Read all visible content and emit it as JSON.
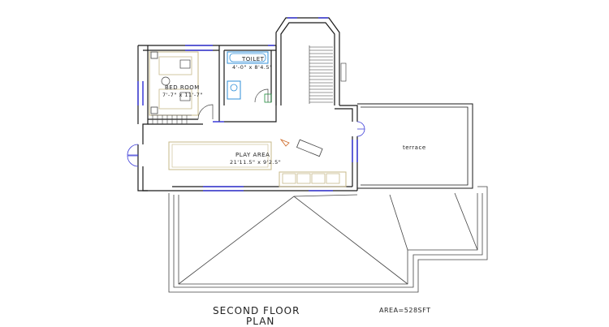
{
  "plan": {
    "rooms": {
      "toilet": {
        "name": "TOILET",
        "dims": "4'-0\" x 8'4.5\""
      },
      "bedroom": {
        "name": "BED ROOM",
        "dims": "7'-7\" x 11'-7\""
      },
      "play_area": {
        "name": "PLAY AREA",
        "dims": "21'11.5\" x 9'2.5\""
      },
      "terrace": {
        "name": "terrace"
      }
    },
    "title_line1": "SECOND FLOOR",
    "title_line2": "PLAN",
    "area": "AREA=528SFT"
  },
  "colors": {
    "wall": "#1a1a1a",
    "roof_line": "#444444",
    "window_blue": "#3a3ad8",
    "furniture": "#c7b98a",
    "fixture_blue": "#2f8fd8",
    "door_green": "#1f8a3a",
    "desk_orange": "#cc6622"
  }
}
